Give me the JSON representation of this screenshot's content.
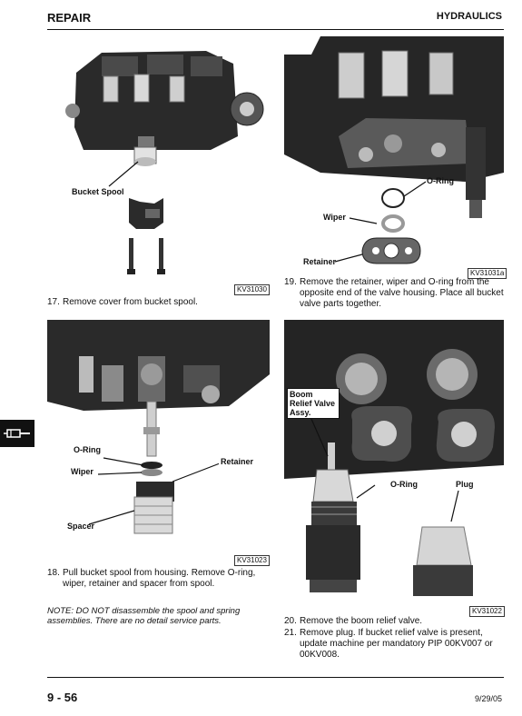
{
  "header": {
    "section": "REPAIR",
    "chapter": "HYDRAULICS"
  },
  "figures": [
    {
      "id": "KV31030",
      "labels": [
        "Bucket Spool"
      ]
    },
    {
      "id": "KV31031a",
      "labels": [
        "O-Ring",
        "Wiper",
        "Retainer"
      ]
    },
    {
      "id": "KV31023",
      "labels": [
        "O-Ring",
        "Wiper",
        "Retainer",
        "Spacer"
      ]
    },
    {
      "id": "KV31022",
      "labels": [
        "Boom Relief Valve Assy.",
        "O-Ring",
        "Plug"
      ]
    }
  ],
  "steps": [
    {
      "num": "17.",
      "text": "Remove cover from bucket spool."
    },
    {
      "num": "19.",
      "text": "Remove the retainer, wiper and O-ring from the opposite end of the valve housing. Place all bucket valve parts together."
    },
    {
      "num": "18.",
      "text": "Pull bucket spool from housing. Remove O-ring, wiper, retainer and spacer from spool."
    },
    {
      "num": "20.",
      "text": "Remove the boom relief valve."
    },
    {
      "num": "21.",
      "text": "Remove plug. If bucket relief valve is present, update machine per mandatory PIP 00KV007 or 00KV008."
    }
  ],
  "note": "NOTE: DO NOT disassemble the spool and spring assemblies. There are no detail service parts.",
  "footer": {
    "page": "9 - 56",
    "date": "9/29/05"
  },
  "side_tab": {
    "icon": "hydraulic-cylinder-icon"
  }
}
